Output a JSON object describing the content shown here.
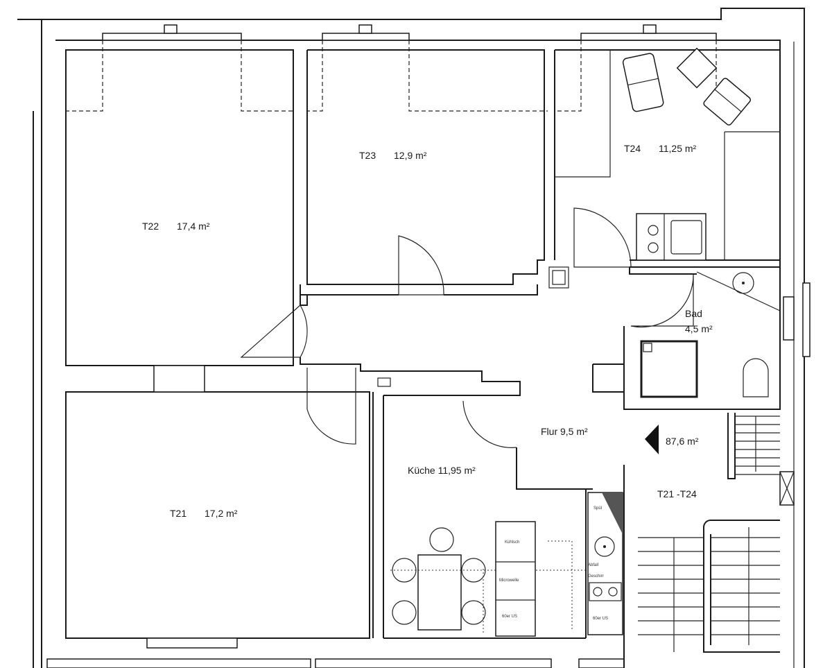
{
  "rooms": {
    "t22": {
      "name": "T22",
      "area": "17,4 m²"
    },
    "t23": {
      "name": "T23",
      "area": "12,9 m²"
    },
    "t24": {
      "name": "T24",
      "area": "11,25 m²"
    },
    "t21": {
      "name": "T21",
      "area": "17,2 m²"
    },
    "bad": {
      "name": "Bad",
      "area": "4,5 m²"
    },
    "flur": {
      "label": "Flur 9,5 m²"
    },
    "kueche": {
      "label": "Küche 11,95 m²"
    }
  },
  "unit": {
    "total_area": "87,6 m²",
    "units": "T21 -T24"
  },
  "kitchen": {
    "cabinets": [
      "Kühlsch",
      "Microwelle",
      "60er US"
    ],
    "counter": [
      "Spül",
      "Abfall",
      "Geschirr",
      "60er US"
    ]
  }
}
